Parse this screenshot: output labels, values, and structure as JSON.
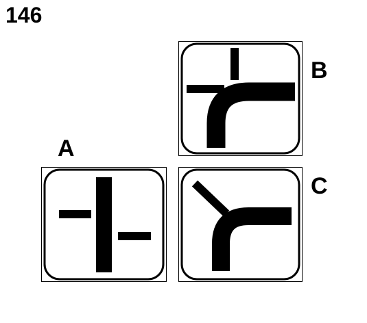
{
  "number": "146",
  "options": [
    {
      "letter": "A"
    },
    {
      "letter": "B"
    },
    {
      "letter": "C"
    }
  ]
}
